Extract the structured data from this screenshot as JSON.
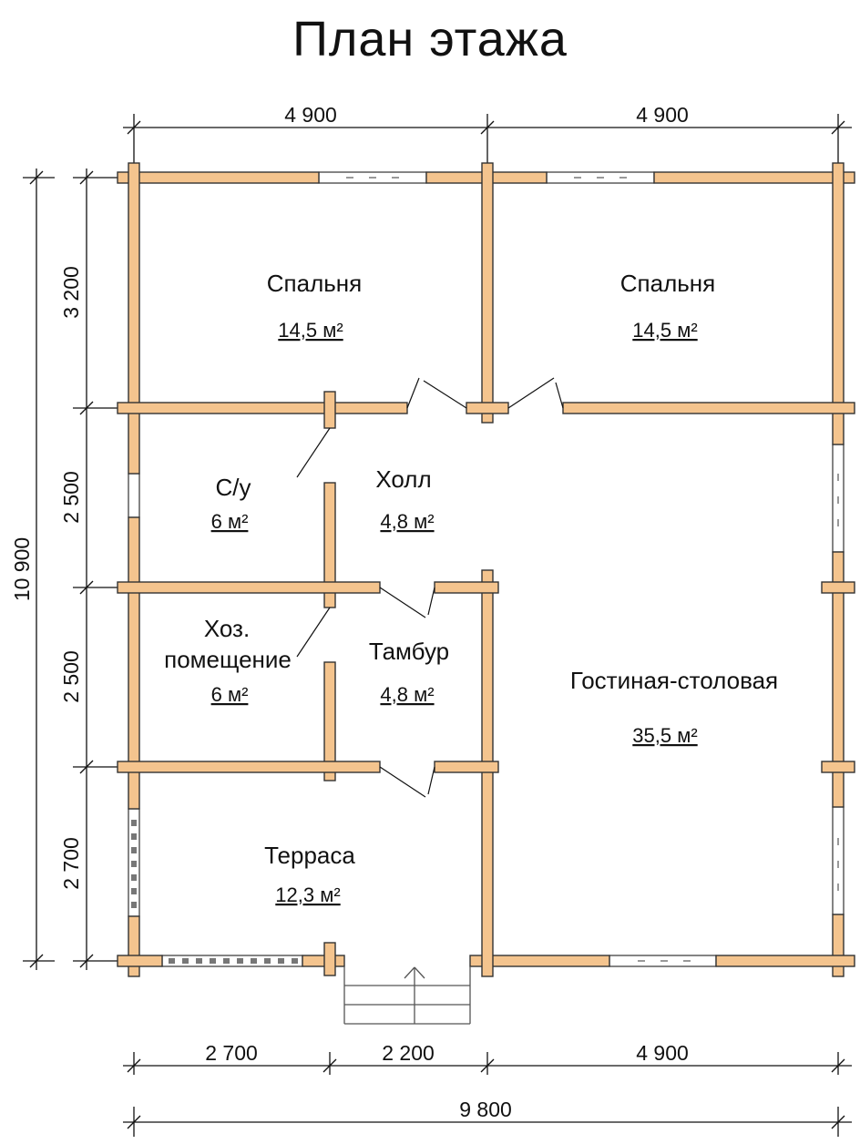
{
  "title": "План  этажа",
  "dimensions": {
    "top": [
      "4 900",
      "4 900"
    ],
    "bottom": [
      "2 700",
      "2 200",
      "4 900"
    ],
    "bottom_total": "9 800",
    "left": [
      "3 200",
      "2 500",
      "2 500",
      "2 700"
    ],
    "left_total": "10 900"
  },
  "rooms": [
    {
      "id": "bedroom-1",
      "name": "Спальня",
      "area": "14,5 м²"
    },
    {
      "id": "bedroom-2",
      "name": "Спальня",
      "area": "14,5 м²"
    },
    {
      "id": "bathroom",
      "name": "С/у",
      "area": "6 м²"
    },
    {
      "id": "hall",
      "name": "Холл",
      "area": "4,8 м²"
    },
    {
      "id": "utility",
      "name_line1": "Хоз.",
      "name_line2": "помещение",
      "area": "6 м²"
    },
    {
      "id": "vestibule",
      "name": "Тамбур",
      "area": "4,8 м²"
    },
    {
      "id": "living-dining",
      "name": "Гостиная-столовая",
      "area": "35,5 м²"
    },
    {
      "id": "terrace",
      "name": "Терраса",
      "area": "12,3 м²"
    }
  ],
  "colors": {
    "wall": "#f4c48e",
    "line": "#111111"
  }
}
